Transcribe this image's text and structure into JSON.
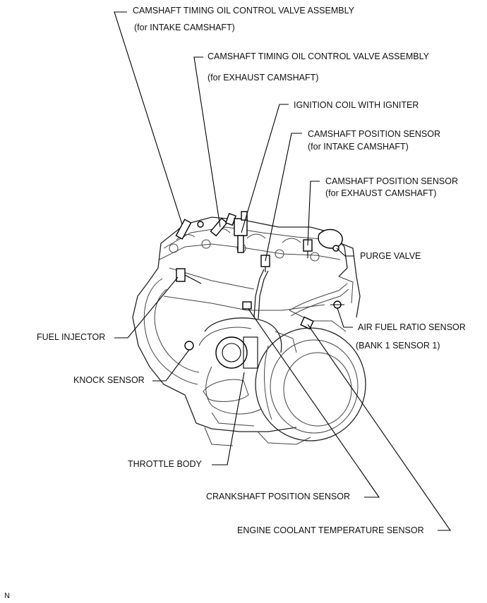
{
  "labels": {
    "ocv_intake_1": "CAMSHAFT TIMING OIL CONTROL VALVE ASSEMBLY",
    "ocv_intake_2": "(for INTAKE CAMSHAFT)",
    "ocv_exhaust_1": "CAMSHAFT TIMING OIL CONTROL VALVE ASSEMBLY",
    "ocv_exhaust_2": "(for EXHAUST CAMSHAFT)",
    "ignition_coil": "IGNITION COIL WITH IGNITER",
    "cmp_intake_1": "CAMSHAFT POSITION SENSOR",
    "cmp_intake_2": "(for INTAKE CAMSHAFT)",
    "cmp_exhaust_1": "CAMSHAFT POSITION SENSOR",
    "cmp_exhaust_2": "(for EXHAUST CAMSHAFT)",
    "purge_valve": "PURGE VALVE",
    "af_sensor_1": "AIR FUEL RATIO SENSOR",
    "af_sensor_2": "(BANK 1 SENSOR 1)",
    "fuel_injector": "FUEL INJECTOR",
    "knock_sensor": "KNOCK SENSOR",
    "throttle_body": "THROTTLE BODY",
    "crankshaft_sensor": "CRANKSHAFT POSITION SENSOR",
    "coolant_sensor": "ENGINE COOLANT TEMPERATURE SENSOR",
    "corner_mark": "N"
  }
}
